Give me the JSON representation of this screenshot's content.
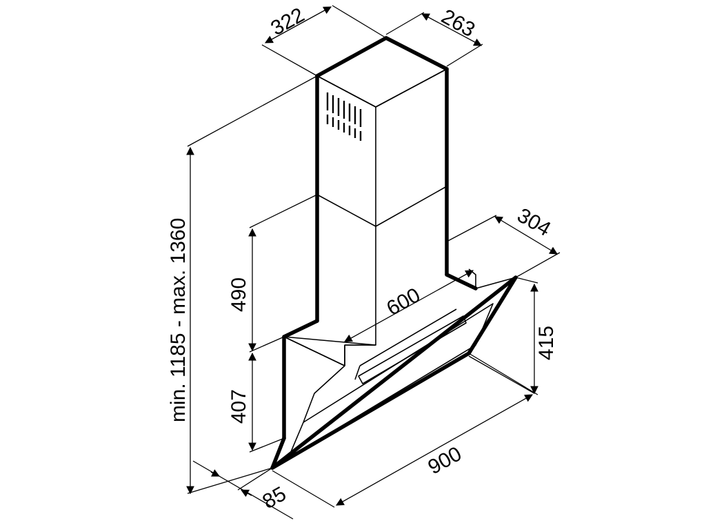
{
  "diagram": {
    "dimensions": {
      "chimney_width": "322",
      "chimney_depth": "263",
      "total_height": "min. 1185 - max. 1360",
      "upper_chimney": "490",
      "lower_chimney": "407",
      "glass_depth": "304",
      "glass_height": "415",
      "base_width": "600",
      "hood_width": "900",
      "front_offset": "85"
    }
  }
}
